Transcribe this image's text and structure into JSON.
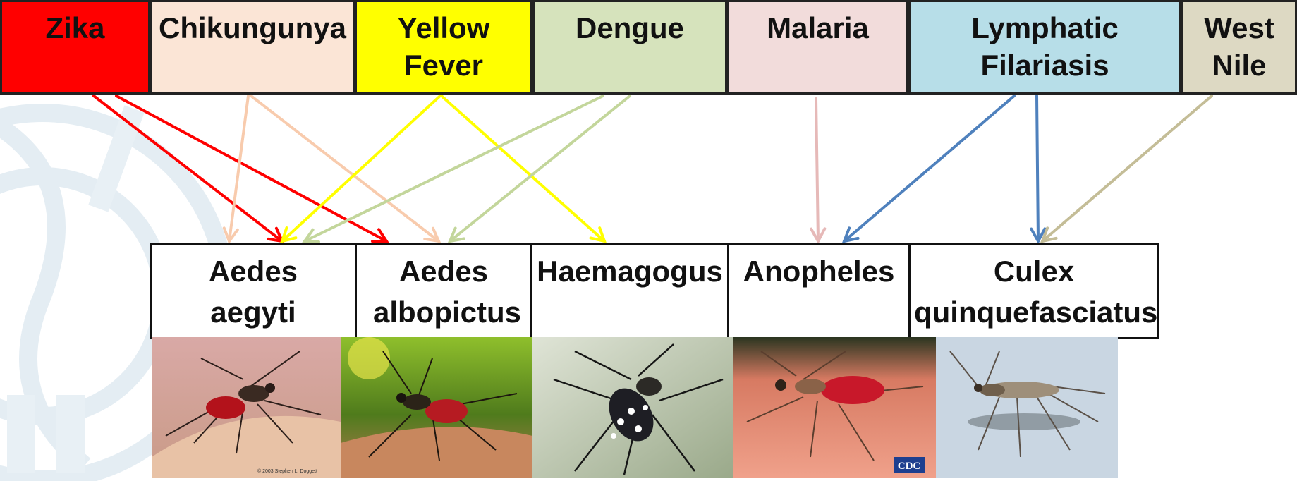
{
  "diseases": [
    {
      "label": "Zika",
      "color": "#ff0000"
    },
    {
      "label": "Chikungunya",
      "color": "#fbe5d6"
    },
    {
      "label": "Yellow Fever",
      "color": "#ffff00"
    },
    {
      "label": "Dengue",
      "color": "#d6e3bc"
    },
    {
      "label": "Malaria",
      "color": "#f2dcdb"
    },
    {
      "label": "Lymphatic Filariasis",
      "color": "#b7dee8"
    },
    {
      "label": "West Nile",
      "color": "#ddd9c3"
    }
  ],
  "vectors": [
    {
      "label": "Aedes aegyti"
    },
    {
      "label": "Aedes albopictus"
    },
    {
      "label": "Haemagogus"
    },
    {
      "label": "Anopheles"
    },
    {
      "label": "Culex quinquefasciatus"
    }
  ],
  "arrow_colors": {
    "zika": "#ff0000",
    "chikungunya": "#f8cbad",
    "yellow_fever": "#ffff00",
    "dengue": "#c3d69b",
    "malaria": "#e6b9b8",
    "lymphatic_filariasis": "#4f81bd",
    "west_nile": "#c4bd97"
  },
  "photos": {
    "aedes_aegypti_credit": "© 2003 Stephen L. Doggett",
    "anopheles_logo": "CDC"
  }
}
